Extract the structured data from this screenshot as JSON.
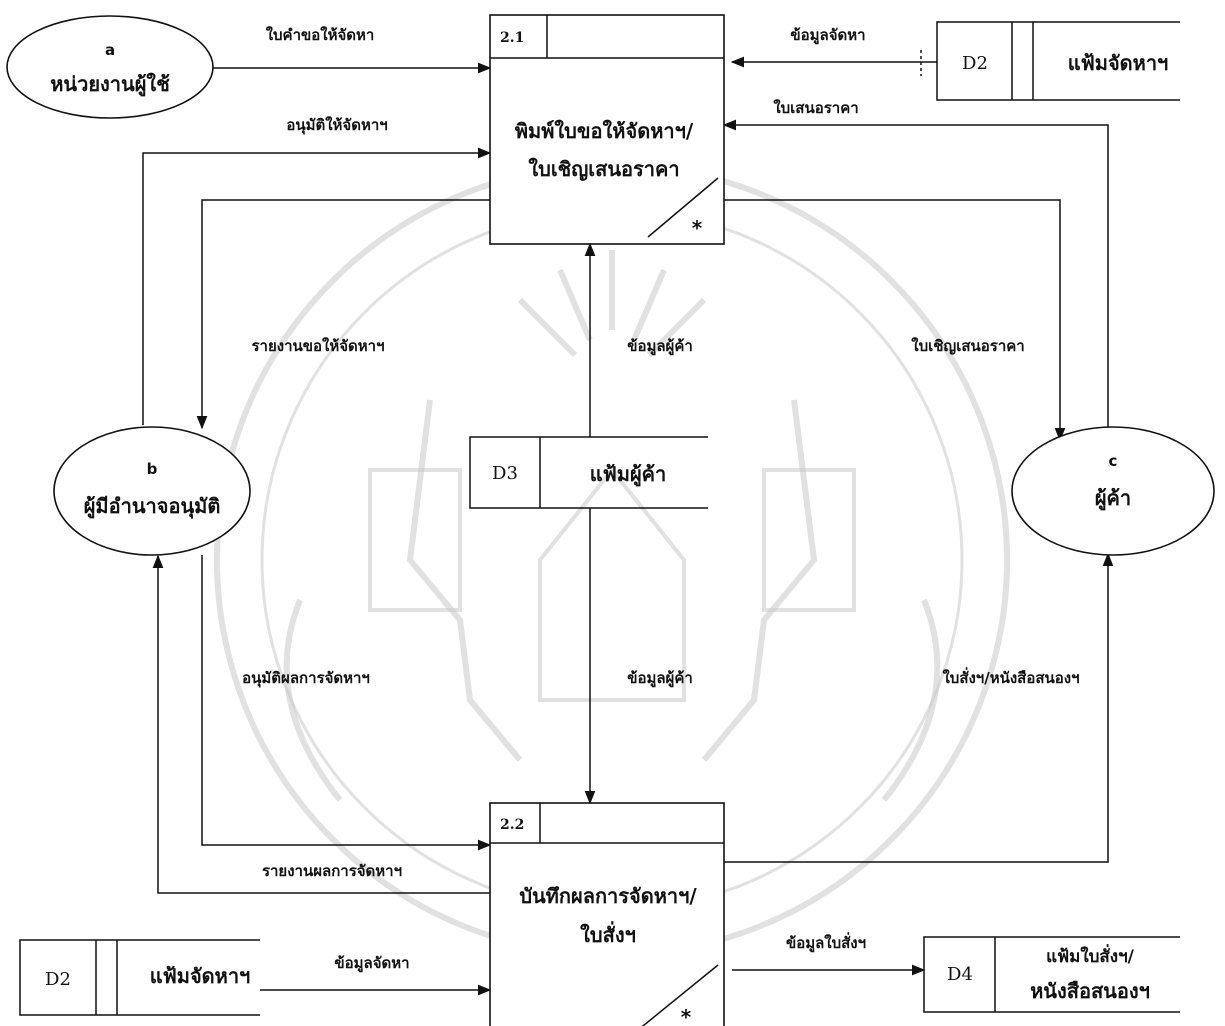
{
  "entities": {
    "a": {
      "id": "a",
      "name": "หน่วยงานผู้ใช้"
    },
    "b": {
      "id": "b",
      "name": "ผู้มีอำนาจอนุมัติ"
    },
    "c": {
      "id": "c",
      "name": "ผู้ค้า"
    }
  },
  "processes": {
    "p21": {
      "id": "2.1",
      "name_line1": "พิมพ์ใบขอให้จัดหาฯ/",
      "name_line2": "ใบเชิญเสนอราคา",
      "mark": "*"
    },
    "p22": {
      "id": "2.2",
      "name_line1": "บันทึกผลการจัดหาฯ/",
      "name_line2": "ใบสั่งฯ",
      "mark": "*"
    }
  },
  "stores": {
    "d2_top": {
      "id": "D2",
      "name": "แฟ้มจัดหาฯ"
    },
    "d3": {
      "id": "D3",
      "name": "แฟ้มผู้ค้า"
    },
    "d2_bottom": {
      "id": "D2",
      "name": "แฟ้มจัดหาฯ"
    },
    "d4": {
      "id": "D4",
      "name_line1": "แฟ้มใบสั่งฯ/",
      "name_line2": "หนังสือสนองฯ"
    }
  },
  "flows": {
    "request_form": "ใบคำขอให้จัดหา",
    "procure_data_in": "ข้อมูลจัดหา",
    "approve_procure": "อนุมัติให้จัดหาฯ",
    "quotation": "ใบเสนอราคา",
    "request_report": "รายงานขอให้จัดหาฯ",
    "vendor_data_up": "ข้อมูลผู้ค้า",
    "invitation": "ใบเชิญเสนอราคา",
    "approve_result": "อนุมัติผลการจัดหาฯ",
    "vendor_data_down": "ข้อมูลผู้ค้า",
    "order_reply": "ใบสั่งฯ/หนังสือสนองฯ",
    "result_report": "รายงานผลการจัดหาฯ",
    "procure_data_bottom": "ข้อมูลจัดหา",
    "order_data": "ข้อมูลใบสั่งฯ"
  }
}
